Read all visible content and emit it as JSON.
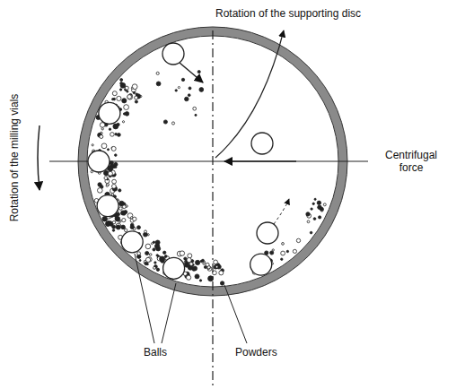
{
  "diagram": {
    "labels": [
      "Rotation of the supporting disc",
      "Centrifugal force",
      "Rotation of the milling vials",
      "Balls",
      "Powders"
    ]
  }
}
